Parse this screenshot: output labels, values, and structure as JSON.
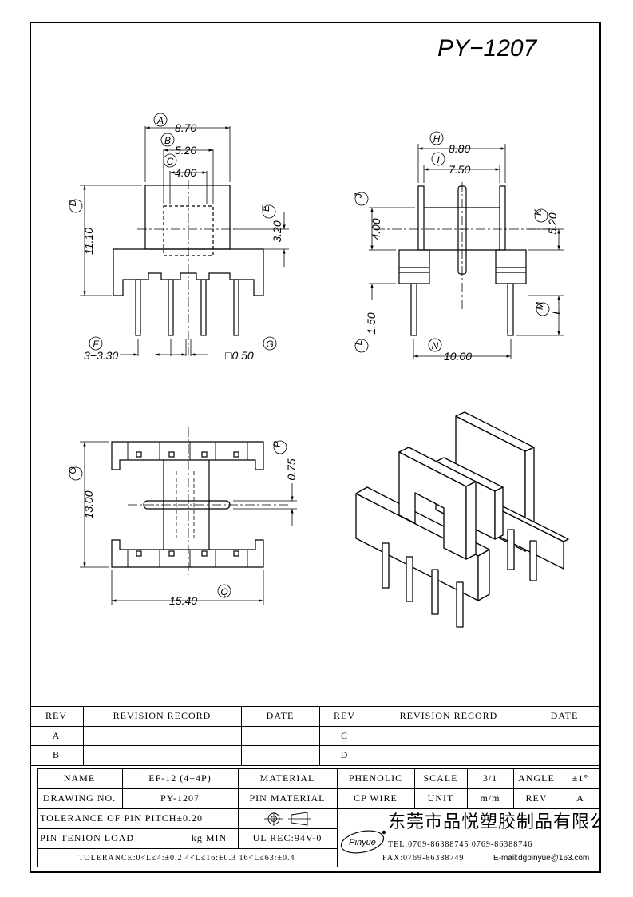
{
  "drawing": {
    "part_number": "PY−1207",
    "front_view": {
      "dims": {
        "a": {
          "letter": "A",
          "value": "8.70"
        },
        "b": {
          "letter": "B",
          "value": "5.20"
        },
        "c": {
          "letter": "C",
          "value": "4.00"
        },
        "d": {
          "letter": "D",
          "value": "11.10"
        },
        "e": {
          "letter": "E",
          "value": "3.20"
        },
        "f": {
          "letter": "F",
          "value": "3−3.30"
        },
        "g": {
          "letter": "G",
          "value": "□0.50"
        }
      }
    },
    "side_view": {
      "dims": {
        "h": {
          "letter": "H",
          "value": "8.80"
        },
        "i": {
          "letter": "I",
          "value": "7.50"
        },
        "j": {
          "letter": "J",
          "value": "4.00"
        },
        "k": {
          "letter": "K",
          "value": "5.20"
        },
        "l": {
          "letter": "L",
          "value": "1.50"
        },
        "m": {
          "letter": "M",
          "value": "L"
        },
        "n": {
          "letter": "N",
          "value": "10.00"
        }
      }
    },
    "bottom_view": {
      "dims": {
        "o": {
          "letter": "O",
          "value": "13.00"
        },
        "p": {
          "letter": "P",
          "value": "0.75"
        },
        "q": {
          "letter": "Q",
          "value": "15.40"
        }
      }
    }
  },
  "revision_table": {
    "rev_header": "REV",
    "record_header": "REVISION RECORD",
    "date_header": "DATE",
    "rows": [
      {
        "left_rev": "A",
        "right_rev": "C"
      },
      {
        "left_rev": "B",
        "right_rev": "D"
      }
    ]
  },
  "spec_table": {
    "name_label": "NAME",
    "name_value": "EF-12 (4+4P)",
    "material_label": "MATERIAL",
    "material_value": "PHENOLIC",
    "scale_label": "SCALE",
    "scale_value": "3/1",
    "angle_label": "ANGLE",
    "angle_value": "±1°",
    "drawing_no_label": "DRAWING NO.",
    "drawing_no_value": "PY-1207",
    "pin_material_label": "PIN MATERIAL",
    "pin_material_value": "CP WIRE",
    "unit_label": "UNIT",
    "unit_value": "m/m",
    "rev_label": "REV",
    "rev_value": "A",
    "pin_pitch_tolerance": "TOLERANCE OF PIN PITCH±0.20",
    "pin_tension": "PIN TENION LOAD",
    "pin_tension_unit": "kg MIN",
    "ul_rec": "UL REC:94V-0",
    "tolerance_footer": "TOLERANCE:0<L≤4:±0.2  4<L≤16:±0.3  16<L≤63:±0.4"
  },
  "company": {
    "logo_text": "Pinyue",
    "name": "东莞市品悦塑胶制品有限公司",
    "tel": "TEL:0769-86388745    0769-86388746",
    "fax": "FAX:0769-86388749",
    "email": "E-mail:dgpinyue@163.com"
  }
}
